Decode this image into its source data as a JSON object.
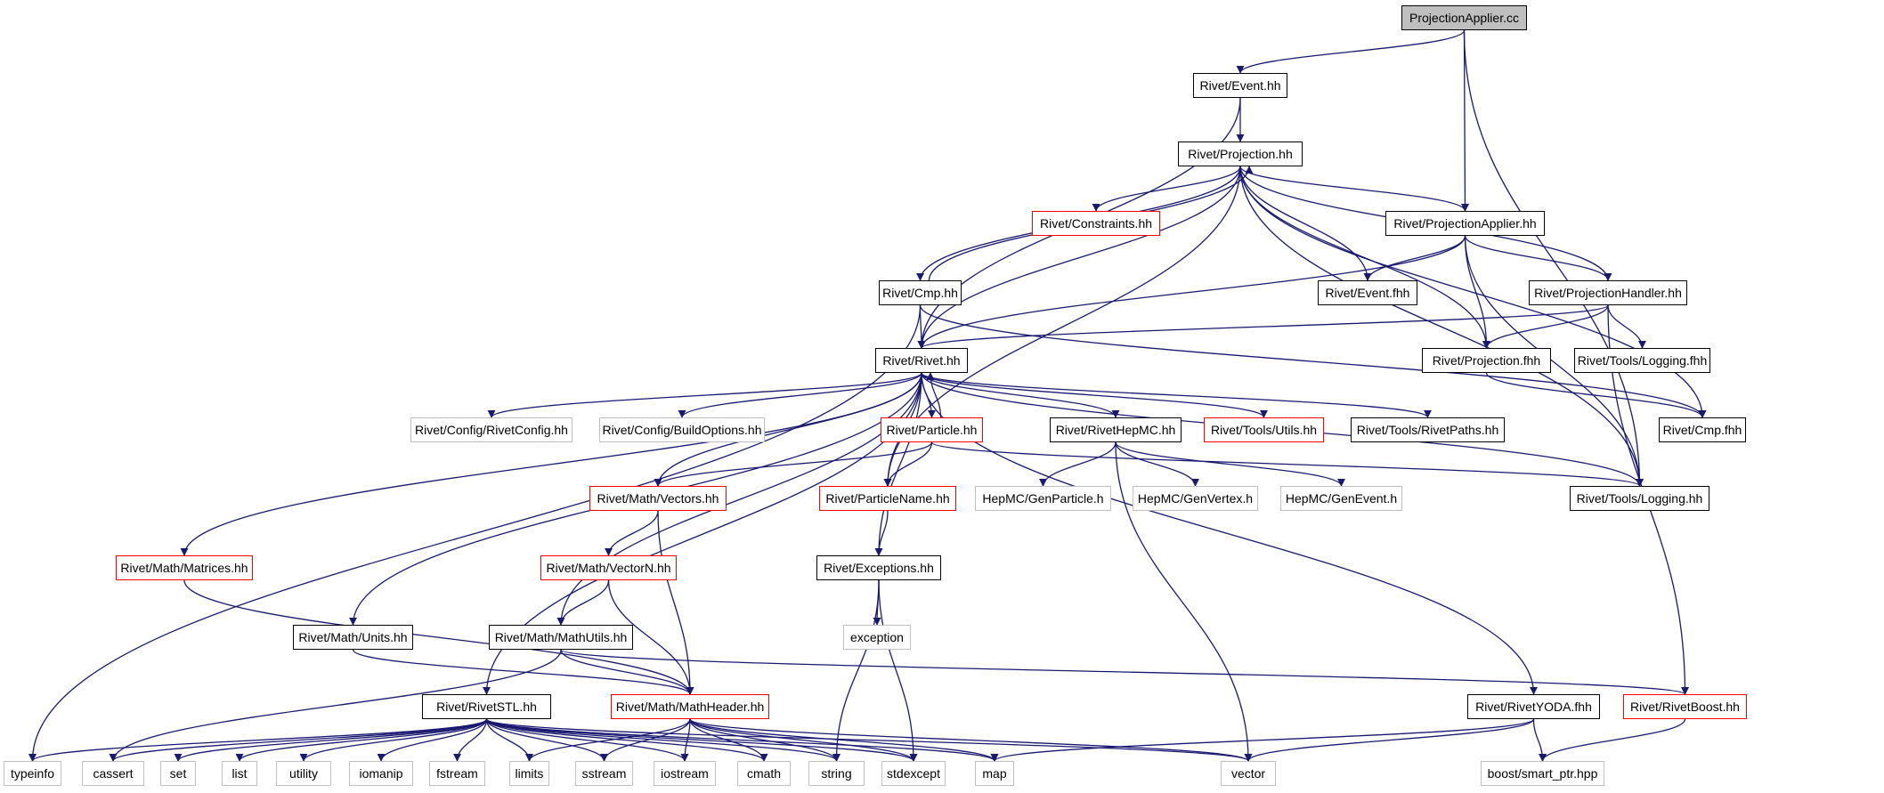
{
  "colors": {
    "edge": "#191970",
    "root_fill": "#bfbfbf",
    "linked_border": "#000000",
    "truncated_border": "#ff0000",
    "external_border": "#bfbfbf"
  },
  "nodes": {
    "root": {
      "label": "ProjectionApplier.cc",
      "kind": "root"
    },
    "event_hh": {
      "label": "Rivet/Event.hh",
      "kind": "black"
    },
    "projection_hh": {
      "label": "Rivet/Projection.hh",
      "kind": "black"
    },
    "constraints_hh": {
      "label": "Rivet/Constraints.hh",
      "kind": "red"
    },
    "projapplier_hh": {
      "label": "Rivet/ProjectionApplier.hh",
      "kind": "black"
    },
    "cmp_hh": {
      "label": "Rivet/Cmp.hh",
      "kind": "black"
    },
    "event_fhh": {
      "label": "Rivet/Event.fhh",
      "kind": "black"
    },
    "projhandler_hh": {
      "label": "Rivet/ProjectionHandler.hh",
      "kind": "black"
    },
    "rivet_hh": {
      "label": "Rivet/Rivet.hh",
      "kind": "black"
    },
    "projection_fhh": {
      "label": "Rivet/Projection.fhh",
      "kind": "black"
    },
    "logging_fhh": {
      "label": "Rivet/Tools/Logging.fhh",
      "kind": "black"
    },
    "rivetconfig": {
      "label": "Rivet/Config/RivetConfig.hh",
      "kind": "gray"
    },
    "buildoptions": {
      "label": "Rivet/Config/BuildOptions.hh",
      "kind": "gray"
    },
    "particle_hh": {
      "label": "Rivet/Particle.hh",
      "kind": "red"
    },
    "rivethepmc": {
      "label": "Rivet/RivetHepMC.hh",
      "kind": "black"
    },
    "utils_hh": {
      "label": "Rivet/Tools/Utils.hh",
      "kind": "red"
    },
    "rivetpaths": {
      "label": "Rivet/Tools/RivetPaths.hh",
      "kind": "black"
    },
    "cmp_fhh": {
      "label": "Rivet/Cmp.fhh",
      "kind": "black"
    },
    "vectors_hh": {
      "label": "Rivet/Math/Vectors.hh",
      "kind": "red"
    },
    "particlename": {
      "label": "Rivet/ParticleName.hh",
      "kind": "red"
    },
    "genparticle": {
      "label": "HepMC/GenParticle.h",
      "kind": "gray"
    },
    "genvertex": {
      "label": "HepMC/GenVertex.h",
      "kind": "gray"
    },
    "genevent": {
      "label": "HepMC/GenEvent.h",
      "kind": "gray"
    },
    "logging_hh": {
      "label": "Rivet/Tools/Logging.hh",
      "kind": "black"
    },
    "matrices": {
      "label": "Rivet/Math/Matrices.hh",
      "kind": "red"
    },
    "vectorn": {
      "label": "Rivet/Math/VectorN.hh",
      "kind": "red"
    },
    "exceptions": {
      "label": "Rivet/Exceptions.hh",
      "kind": "black"
    },
    "units": {
      "label": "Rivet/Math/Units.hh",
      "kind": "black"
    },
    "mathutils": {
      "label": "Rivet/Math/MathUtils.hh",
      "kind": "black"
    },
    "exception": {
      "label": "exception",
      "kind": "gray"
    },
    "rivetstl": {
      "label": "Rivet/RivetSTL.hh",
      "kind": "black"
    },
    "mathheader": {
      "label": "Rivet/Math/MathHeader.hh",
      "kind": "red"
    },
    "rivetyoda": {
      "label": "Rivet/RivetYODA.fhh",
      "kind": "black"
    },
    "rivetboost": {
      "label": "Rivet/RivetBoost.hh",
      "kind": "red"
    },
    "typeinfo": {
      "label": "typeinfo",
      "kind": "gray"
    },
    "cassert": {
      "label": "cassert",
      "kind": "gray"
    },
    "set": {
      "label": "set",
      "kind": "gray"
    },
    "list": {
      "label": "list",
      "kind": "gray"
    },
    "utility": {
      "label": "utility",
      "kind": "gray"
    },
    "iomanip": {
      "label": "iomanip",
      "kind": "gray"
    },
    "fstream": {
      "label": "fstream",
      "kind": "gray"
    },
    "limits": {
      "label": "limits",
      "kind": "gray"
    },
    "sstream": {
      "label": "sstream",
      "kind": "gray"
    },
    "iostream": {
      "label": "iostream",
      "kind": "gray"
    },
    "cmath": {
      "label": "cmath",
      "kind": "gray"
    },
    "string": {
      "label": "string",
      "kind": "gray"
    },
    "stdexcept": {
      "label": "stdexcept",
      "kind": "gray"
    },
    "map": {
      "label": "map",
      "kind": "gray"
    },
    "vector": {
      "label": "vector",
      "kind": "gray"
    },
    "smart_ptr": {
      "label": "boost/smart_ptr.hpp",
      "kind": "gray"
    }
  },
  "edges": [
    [
      "root",
      "event_hh"
    ],
    [
      "root",
      "projapplier_hh"
    ],
    [
      "root",
      "logging_hh"
    ],
    [
      "event_hh",
      "projection_hh"
    ],
    [
      "event_hh",
      "rivet_hh"
    ],
    [
      "projection_hh",
      "constraints_hh"
    ],
    [
      "projection_hh",
      "projapplier_hh"
    ],
    [
      "projection_hh",
      "event_fhh"
    ],
    [
      "projection_hh",
      "projhandler_hh"
    ],
    [
      "projection_hh",
      "cmp_hh"
    ],
    [
      "projection_hh",
      "rivet_hh"
    ],
    [
      "projection_hh",
      "projection_fhh"
    ],
    [
      "projection_hh",
      "cmp_fhh"
    ],
    [
      "projection_hh",
      "particlename"
    ],
    [
      "projection_hh",
      "logging_hh"
    ],
    [
      "projapplier_hh",
      "event_fhh"
    ],
    [
      "projapplier_hh",
      "projhandler_hh"
    ],
    [
      "projapplier_hh",
      "rivet_hh"
    ],
    [
      "projapplier_hh",
      "projection_fhh"
    ],
    [
      "projapplier_hh",
      "logging_hh"
    ],
    [
      "cmp_hh",
      "projection_hh"
    ],
    [
      "cmp_hh",
      "rivet_hh"
    ],
    [
      "cmp_hh",
      "cmp_fhh"
    ],
    [
      "cmp_hh",
      "typeinfo"
    ],
    [
      "projhandler_hh",
      "rivet_hh"
    ],
    [
      "projhandler_hh",
      "projection_fhh"
    ],
    [
      "projhandler_hh",
      "logging_fhh"
    ],
    [
      "projhandler_hh",
      "rivetboost"
    ],
    [
      "projection_fhh",
      "cmp_fhh"
    ],
    [
      "rivet_hh",
      "rivetconfig"
    ],
    [
      "rivet_hh",
      "buildoptions"
    ],
    [
      "rivet_hh",
      "particle_hh"
    ],
    [
      "rivet_hh",
      "rivethepmc"
    ],
    [
      "rivet_hh",
      "utils_hh"
    ],
    [
      "rivet_hh",
      "rivetpaths"
    ],
    [
      "rivet_hh",
      "vectors_hh"
    ],
    [
      "rivet_hh",
      "particlename"
    ],
    [
      "rivet_hh",
      "exceptions"
    ],
    [
      "rivet_hh",
      "logging_hh"
    ],
    [
      "rivet_hh",
      "matrices"
    ],
    [
      "rivet_hh",
      "units"
    ],
    [
      "rivet_hh",
      "mathutils"
    ],
    [
      "rivet_hh",
      "rivetstl"
    ],
    [
      "rivet_hh",
      "rivetyoda"
    ],
    [
      "particle_hh",
      "rivet_hh"
    ],
    [
      "particle_hh",
      "vectors_hh"
    ],
    [
      "particle_hh",
      "particlename"
    ],
    [
      "particle_hh",
      "logging_hh"
    ],
    [
      "rivethepmc",
      "genparticle"
    ],
    [
      "rivethepmc",
      "genvertex"
    ],
    [
      "rivethepmc",
      "genevent"
    ],
    [
      "rivethepmc",
      "vector"
    ],
    [
      "vectors_hh",
      "vectorn"
    ],
    [
      "vectors_hh",
      "mathheader"
    ],
    [
      "particlename",
      "exceptions"
    ],
    [
      "matrices",
      "mathheader"
    ],
    [
      "vectorn",
      "mathutils"
    ],
    [
      "vectorn",
      "mathheader"
    ],
    [
      "exceptions",
      "exception"
    ],
    [
      "exceptions",
      "string"
    ],
    [
      "exceptions",
      "stdexcept"
    ],
    [
      "units",
      "mathheader"
    ],
    [
      "mathutils",
      "mathheader"
    ],
    [
      "mathutils",
      "rivetboost"
    ],
    [
      "mathutils",
      "cassert"
    ],
    [
      "rivetstl",
      "typeinfo"
    ],
    [
      "rivetstl",
      "cassert"
    ],
    [
      "rivetstl",
      "set"
    ],
    [
      "rivetstl",
      "list"
    ],
    [
      "rivetstl",
      "utility"
    ],
    [
      "rivetstl",
      "iomanip"
    ],
    [
      "rivetstl",
      "fstream"
    ],
    [
      "rivetstl",
      "limits"
    ],
    [
      "rivetstl",
      "sstream"
    ],
    [
      "rivetstl",
      "iostream"
    ],
    [
      "rivetstl",
      "cmath"
    ],
    [
      "rivetstl",
      "string"
    ],
    [
      "rivetstl",
      "stdexcept"
    ],
    [
      "rivetstl",
      "map"
    ],
    [
      "rivetstl",
      "vector"
    ],
    [
      "mathheader",
      "limits"
    ],
    [
      "mathheader",
      "sstream"
    ],
    [
      "mathheader",
      "iostream"
    ],
    [
      "mathheader",
      "cmath"
    ],
    [
      "mathheader",
      "string"
    ],
    [
      "mathheader",
      "stdexcept"
    ],
    [
      "mathheader",
      "map"
    ],
    [
      "mathheader",
      "vector"
    ],
    [
      "rivetyoda",
      "map"
    ],
    [
      "rivetyoda",
      "vector"
    ],
    [
      "rivetyoda",
      "smart_ptr"
    ],
    [
      "rivetboost",
      "smart_ptr"
    ]
  ]
}
